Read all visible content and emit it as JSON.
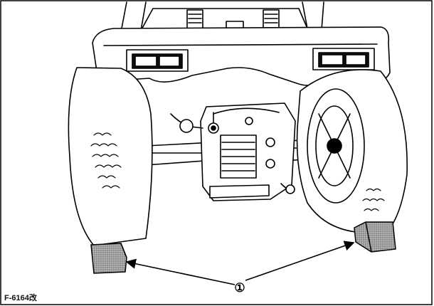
{
  "figure": {
    "code": "F-6164改",
    "callouts": [
      {
        "number": "①",
        "part": "wheel-chock"
      }
    ]
  }
}
